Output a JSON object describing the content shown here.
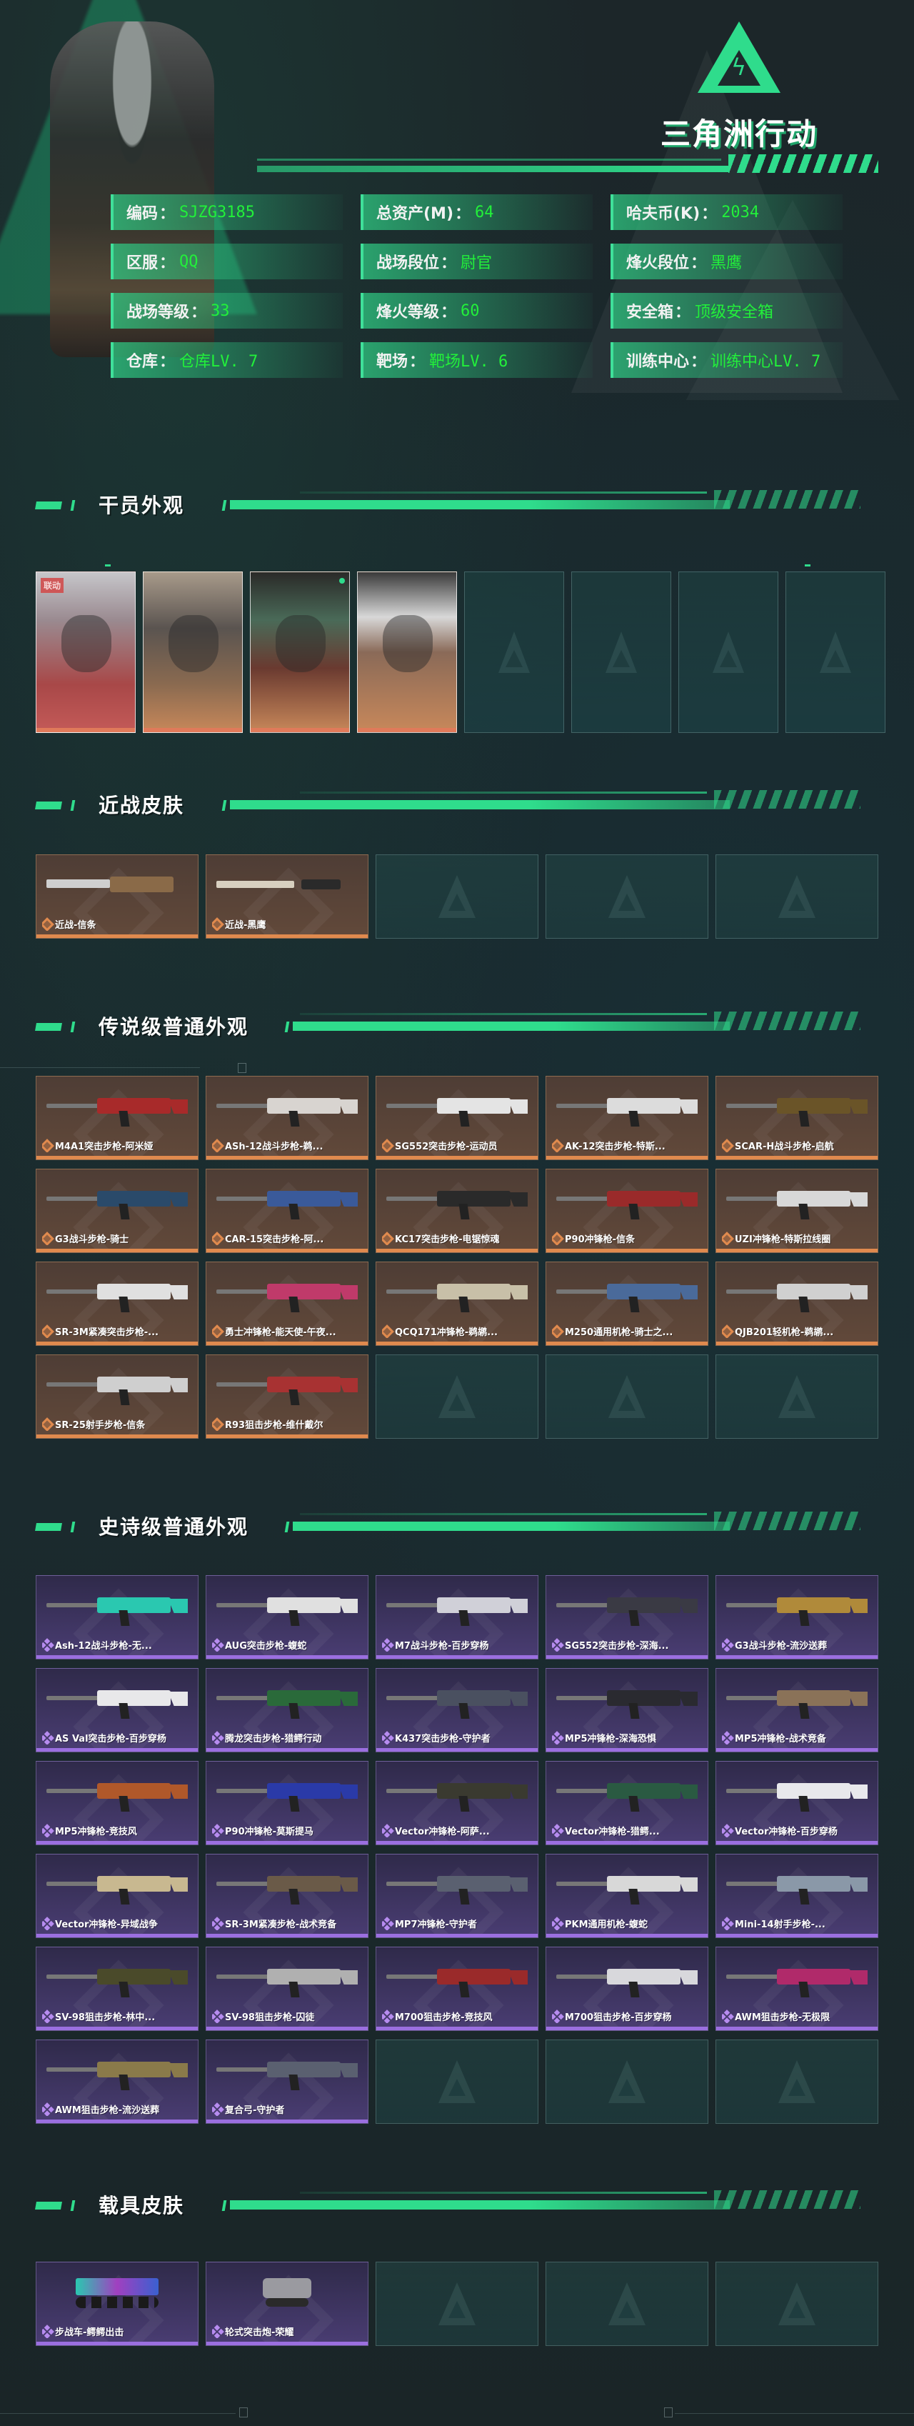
{
  "header": {
    "game_title": "三角洲行动",
    "logo": "triangle-bolt-logo",
    "info": [
      {
        "label": "编码",
        "value": "SJZG3185"
      },
      {
        "label": "总资产(M)",
        "value": "64"
      },
      {
        "label": "哈夫币(K)",
        "value": "2034"
      },
      {
        "label": "区服",
        "value": "QQ"
      },
      {
        "label": "战场段位",
        "value": "尉官"
      },
      {
        "label": "烽火段位",
        "value": "黑鹰"
      },
      {
        "label": "战场等级",
        "value": "33"
      },
      {
        "label": "烽火等级",
        "value": "60"
      },
      {
        "label": "安全箱",
        "value": "顶级安全箱"
      },
      {
        "label": "仓库",
        "value": "仓库LV. 7"
      },
      {
        "label": "靶场",
        "value": "靶场LV. 6"
      },
      {
        "label": "训练中心",
        "value": "训练中心LV. 7"
      }
    ],
    "separator": "："
  },
  "colors": {
    "accent_green": "#2fdc8c",
    "value_green": "#22f03a",
    "legendary": "#e08a4e",
    "epic": "#9b6fe0"
  },
  "sections": {
    "operators": {
      "title": "干员外观",
      "items": [
        {
          "tag": "联动",
          "filled": true
        },
        {
          "filled": true
        },
        {
          "filled": true,
          "dot": true
        },
        {
          "filled": true
        },
        {
          "filled": false
        },
        {
          "filled": false
        },
        {
          "filled": false
        },
        {
          "filled": false
        }
      ]
    },
    "melee": {
      "title": "近战皮肤",
      "items": [
        {
          "name": "近战-信条",
          "rarity": "legendary"
        },
        {
          "name": "近战-黑鹰",
          "rarity": "legendary"
        },
        {
          "rarity": "empty"
        },
        {
          "rarity": "empty"
        },
        {
          "rarity": "empty"
        }
      ]
    },
    "legendary": {
      "title": "传说级普通外观",
      "items": [
        {
          "name": "M4A1突击步枪-阿米娅",
          "rarity": "legendary",
          "color": "#a82a2a"
        },
        {
          "name": "ASh-12战斗步枪-鹈...",
          "rarity": "legendary",
          "color": "#d8d4d0"
        },
        {
          "name": "SG552突击步枪-运动员",
          "rarity": "legendary",
          "color": "#e4e4e4"
        },
        {
          "name": "AK-12突击步枪-特斯...",
          "rarity": "legendary",
          "color": "#dcdcdc"
        },
        {
          "name": "SCAR-H战斗步枪-启航",
          "rarity": "legendary",
          "color": "#6a5428"
        },
        {
          "name": "G3战斗步枪-骑士",
          "rarity": "legendary",
          "color": "#2a4a6a"
        },
        {
          "name": "CAR-15突击步枪-阿...",
          "rarity": "legendary",
          "color": "#3a5a9a"
        },
        {
          "name": "KC17突击步枪-电锯惊魂",
          "rarity": "legendary",
          "color": "#2a2a2a"
        },
        {
          "name": "P90冲锋枪-信条",
          "rarity": "legendary",
          "color": "#9a2a2a"
        },
        {
          "name": "UZI冲锋枪-特斯拉线圈",
          "rarity": "legendary",
          "color": "#d8d8d8"
        },
        {
          "name": "SR-3M紧凑突击步枪-...",
          "rarity": "legendary",
          "color": "#e0e0e0"
        },
        {
          "name": "勇士冲锋枪-能天使-午夜...",
          "rarity": "legendary",
          "color": "#c03a6a"
        },
        {
          "name": "QCQ171冲锋枪-鹈鹕...",
          "rarity": "legendary",
          "color": "#c8c0a8"
        },
        {
          "name": "M250通用机枪-骑士之...",
          "rarity": "legendary",
          "color": "#4a6a9a"
        },
        {
          "name": "QJB201轻机枪-鹈鹕...",
          "rarity": "legendary",
          "color": "#d0d0d0"
        },
        {
          "name": "SR-25射手步枪-信条",
          "rarity": "legendary",
          "color": "#cfcfcf"
        },
        {
          "name": "R93狙击步枪-维什戴尔",
          "rarity": "legendary",
          "color": "#a83232"
        },
        {
          "rarity": "empty"
        },
        {
          "rarity": "empty"
        },
        {
          "rarity": "empty"
        }
      ]
    },
    "epic": {
      "title": "史诗级普通外观",
      "items": [
        {
          "name": "Ash-12战斗步枪-无...",
          "rarity": "epic",
          "color": "#2ac8b0"
        },
        {
          "name": "AUG突击步枪-蝮蛇",
          "rarity": "epic",
          "color": "#e0e0e0"
        },
        {
          "name": "M7战斗步枪-百步穿杨",
          "rarity": "epic",
          "color": "#d0d0d8"
        },
        {
          "name": "SG552突击步枪-深海...",
          "rarity": "epic",
          "color": "#3a3a44"
        },
        {
          "name": "G3战斗步枪-流沙送葬",
          "rarity": "epic",
          "color": "#b08a3a"
        },
        {
          "name": "AS Val突击步枪-百步穿杨",
          "rarity": "epic",
          "color": "#e8e8ea"
        },
        {
          "name": "腾龙突击步枪-猎鳄行动",
          "rarity": "epic",
          "color": "#2a6a3a"
        },
        {
          "name": "K437突击步枪-守护者",
          "rarity": "epic",
          "color": "#4a5060"
        },
        {
          "name": "MP5冲锋枪-深海恐惧",
          "rarity": "epic",
          "color": "#2a2a30"
        },
        {
          "name": "MP5冲锋枪-战术竞备",
          "rarity": "epic",
          "color": "#8a7258"
        },
        {
          "name": "MP5冲锋枪-竞技风",
          "rarity": "epic",
          "color": "#b0582a"
        },
        {
          "name": "P90冲锋枪-莫斯提马",
          "rarity": "epic",
          "color": "#2a3aa8"
        },
        {
          "name": "Vector冲锋枪-阿萨...",
          "rarity": "epic",
          "color": "#3a3a30"
        },
        {
          "name": "Vector冲锋枪-猎鳄...",
          "rarity": "epic",
          "color": "#2a5a42"
        },
        {
          "name": "Vector冲锋枪-百步穿杨",
          "rarity": "epic",
          "color": "#e8e8ec"
        },
        {
          "name": "Vector冲锋枪-异域战争",
          "rarity": "epic",
          "color": "#c8b890"
        },
        {
          "name": "SR-3M紧凑步枪-战术竞备",
          "rarity": "epic",
          "color": "#6a5a48"
        },
        {
          "name": "MP7冲锋枪-守护者",
          "rarity": "epic",
          "color": "#5a6070"
        },
        {
          "name": "PKM通用机枪-蝮蛇",
          "rarity": "epic",
          "color": "#d8d8d8"
        },
        {
          "name": "Mini-14射手步枪-...",
          "rarity": "epic",
          "color": "#8a98a8"
        },
        {
          "name": "SV-98狙击步枪-林中...",
          "rarity": "epic",
          "color": "#4a4a2a"
        },
        {
          "name": "SV-98狙击步枪-囚徒",
          "rarity": "epic",
          "color": "#b0b0b0"
        },
        {
          "name": "M700狙击步枪-竞技风",
          "rarity": "epic",
          "color": "#9a2a2a"
        },
        {
          "name": "M700狙击步枪-百步穿杨",
          "rarity": "epic",
          "color": "#d8d8dc"
        },
        {
          "name": "AWM狙击步枪-无极限",
          "rarity": "epic",
          "color": "#b02a6a"
        },
        {
          "name": "AWM狙击步枪-流沙送葬",
          "rarity": "epic",
          "color": "#8a7a4a"
        },
        {
          "name": "复合弓-守护者",
          "rarity": "epic",
          "color": "#5a6070"
        },
        {
          "rarity": "empty"
        },
        {
          "rarity": "empty"
        },
        {
          "rarity": "empty"
        }
      ]
    },
    "vehicles": {
      "title": "载具皮肤",
      "items": [
        {
          "name": "步战车-鳄鳄出击",
          "rarity": "epic",
          "color": "#4a3a8a"
        },
        {
          "name": "轮式突击炮-荣耀",
          "rarity": "epic",
          "color": "#9a9aa0"
        },
        {
          "rarity": "empty"
        },
        {
          "rarity": "empty"
        },
        {
          "rarity": "empty"
        }
      ]
    }
  }
}
